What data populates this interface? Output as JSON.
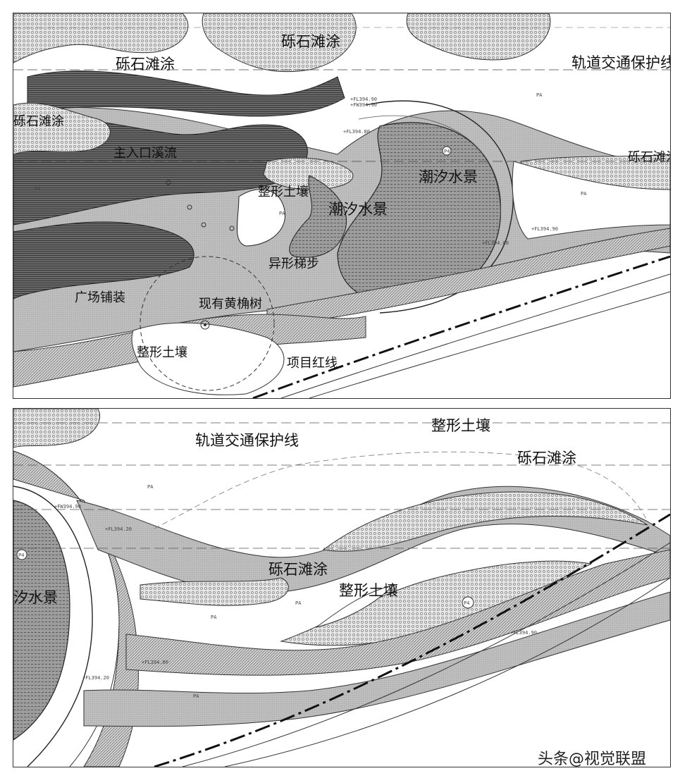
{
  "panel1": {
    "labels": {
      "gravel_a": "砾石滩涂",
      "gravel_b": "砾石滩涂",
      "gravel_c": "砾石滩涂",
      "gravel_d": "砾石滩涂",
      "rail_line": "轨道交通保护线",
      "main_stream": "主入口溪流",
      "shaped_soil_a": "整形土壤",
      "tidal_a": "潮汐水景",
      "tidal_b": "潮汐水景",
      "odd_steps": "异形梯步",
      "plaza": "广场铺装",
      "existing_tree": "现有黄桷树",
      "shaped_soil_b": "整形土壤",
      "red_line": "项目红线"
    },
    "marks": {
      "fl_1": "+FL394.90",
      "fw_1": "+FW394.90",
      "fl_2": "+FL394.80",
      "fl_3": "+FL394.90",
      "fl_4": "+FL394.80",
      "pa_1": "PA",
      "pa_2": "PA",
      "pa_3": "PA",
      "pa_4": "PA",
      "p4_circle": "P4"
    }
  },
  "panel2": {
    "labels": {
      "rail_line": "轨道交通保护线",
      "shaped_soil_top": "整形土壤",
      "gravel_top": "砾石滩涂",
      "tidal_edge": "汐水景",
      "gravel_mid": "砾石滩涂",
      "shaped_soil_mid": "整形土壤"
    },
    "marks": {
      "fw_1": "+FW394.90",
      "fl_1": "+FL394.20",
      "fl_2": "+FL394.80",
      "fl_3": "+FL394.20",
      "fl_4": "+FL394.90",
      "pa_1": "PA",
      "pa_2": "PA",
      "pa_3": "PA",
      "pa_4": "PA",
      "p4_left": "P4",
      "p4_right": "P4"
    }
  },
  "watermark": {
    "text": "头条@视觉联盟"
  }
}
